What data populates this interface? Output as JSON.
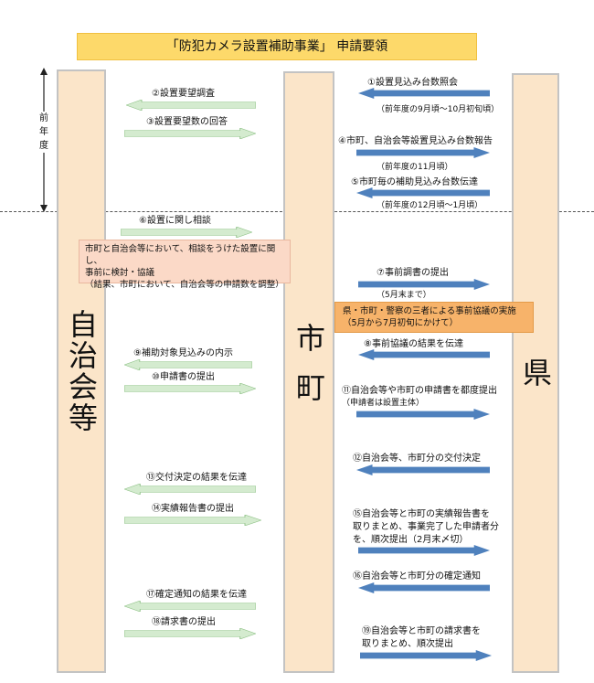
{
  "title": "「防犯カメラ設置補助事業」 申請要領",
  "columns": {
    "jichikai": "自治会等",
    "shicho": "市町",
    "ken": "県"
  },
  "prior_year": "前年度",
  "steps": {
    "s1": "①設置見込み台数照会",
    "s1_note": "（前年度の9月頃～10月初旬頃）",
    "s2": "②設置要望調査",
    "s3": "③設置要望数の回答",
    "s4": "④市町、自治会等設置見込み台数報告",
    "s4_note": "（前年度の11月頃）",
    "s5": "⑤市町毎の補助見込み台数伝達",
    "s5_note": "（前年度の12月頃～1月頃）",
    "s6": "⑥設置に関し相談",
    "s6_box1": "市町と自治会等において、相談をうけた設置に関し、",
    "s6_box2": "事前に検討・協議",
    "s6_box3": "（結果、市町において、自治会等の申請数を調整）",
    "s7": "⑦事前調書の提出",
    "s7_note": "（5月末まで）",
    "consult1": "県・市町・警察の三者による事前協議の実施",
    "consult2": "（5月から7月初旬にかけて）",
    "s8": "⑧事前協議の結果を伝達",
    "s9": "⑨補助対象見込みの内示",
    "s10": "⑩申請書の提出",
    "s11a": "⑪自治会等や市町の申請書を都度提出",
    "s11b": "（申請者は設置主体）",
    "s12": "⑫自治会等、市町分の交付決定",
    "s13": "⑬交付決定の結果を伝達",
    "s14": "⑭実績報告書の提出",
    "s15a": "⑮自治会等と市町の実績報告書を",
    "s15b": "取りまとめ、事業完了した申請者分",
    "s15c": "を、順次提出（2月末〆切）",
    "s16": "⑯自治会等と市町分の確定通知",
    "s17": "⑰確定通知の結果を伝達",
    "s18": "⑱請求書の提出",
    "s19a": "⑲自治会等と市町の請求書を",
    "s19b": "取りまとめ、順次提出"
  },
  "colors": {
    "green_arrow": "#d4ebcf",
    "green_border": "#8cc084",
    "blue_arrow": "#4f81bd",
    "column_fill": "#fbe5c9",
    "title_fill": "#fdd96a"
  }
}
